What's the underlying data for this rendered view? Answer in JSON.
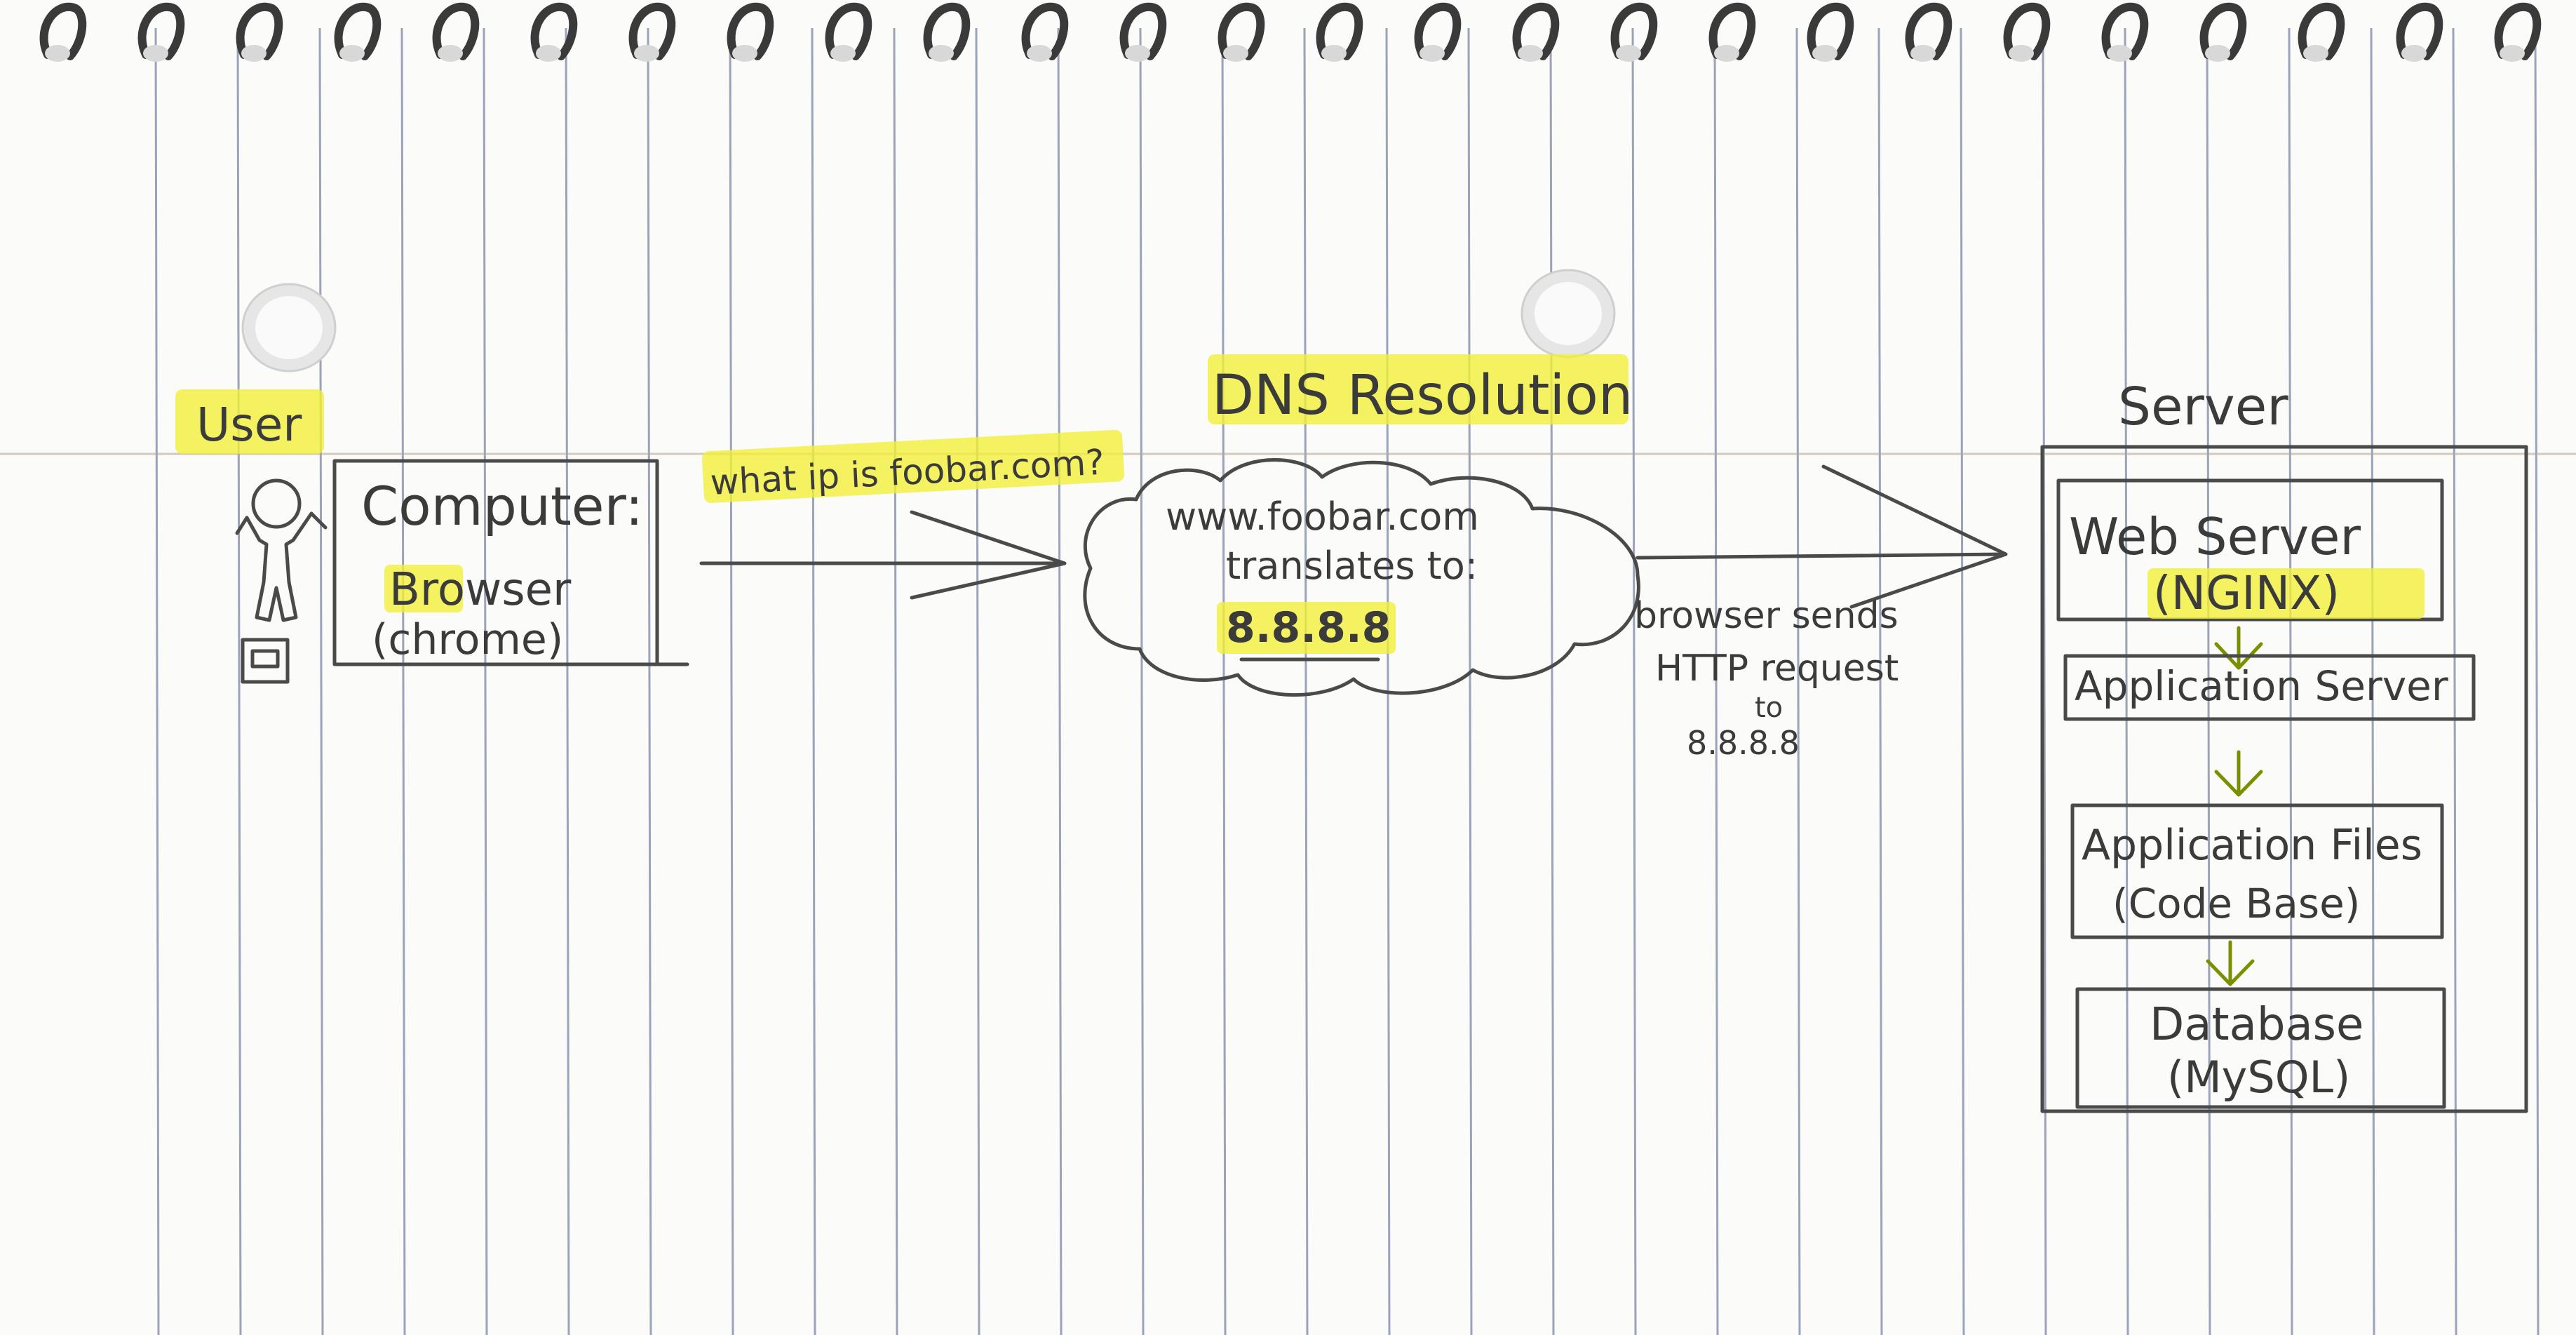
{
  "user": {
    "label": "User",
    "computer_label": "Computer:",
    "browser_label": "Browser",
    "browser_sub": "(chrome)"
  },
  "query": {
    "label": "what ip is foobar.com?"
  },
  "dns": {
    "title": "DNS Resolution",
    "line1": "www.foobar.com",
    "line2": "translates to:",
    "ip": "8.8.8.8"
  },
  "request": {
    "line1": "browser sends",
    "line2": "HTTP request",
    "line3": "to",
    "line4": "8.8.8.8"
  },
  "server": {
    "title": "Server",
    "web_server": "Web Server",
    "web_server_sub": "(NGINX)",
    "app_server": "Application Server",
    "app_files": "Application Files",
    "app_files_sub": "(Code Base)",
    "database": "Database",
    "database_sub": "(MySQL)"
  },
  "colors": {
    "paper": "#fbfbf9",
    "ruling": "#7a86a6",
    "ink": "#4a4a4a",
    "highlighter": "#f2f034",
    "arrow_green": "#7c8f00"
  }
}
